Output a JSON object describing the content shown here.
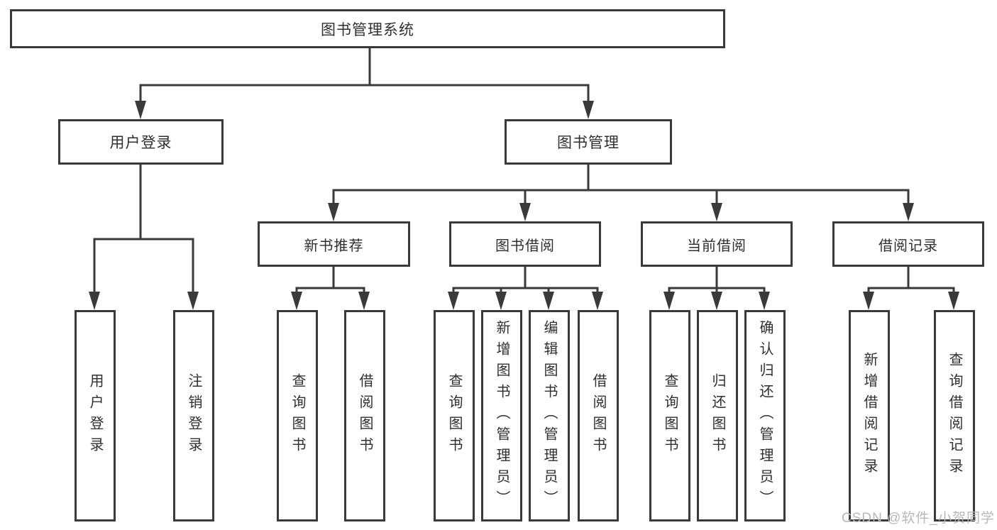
{
  "diagram": {
    "root": "图书管理系统",
    "level2": [
      "用户登录",
      "图书管理"
    ],
    "level3": [
      "新书推荐",
      "图书借阅",
      "当前借阅",
      "借阅记录"
    ],
    "leaves_user_login": [
      "用户登录",
      "注销登录"
    ],
    "leaves_new_book": [
      "查询图书",
      "借阅图书"
    ],
    "leaves_book_borrow": [
      "查询图书",
      "新增图书（管理员）",
      "编辑图书（管理员）",
      "借阅图书"
    ],
    "leaves_current_borrow": [
      "查询图书",
      "归还图书",
      "确认归还（管理员）"
    ],
    "leaves_borrow_records": [
      "新增借阅记录",
      "查询借阅记录"
    ]
  },
  "watermark": "CSDN @软件_小贺同学",
  "colors": {
    "line": "#3a3a3a",
    "text": "#2f2f2f",
    "background": "#ffffff",
    "watermark": "#b8b8b8"
  }
}
